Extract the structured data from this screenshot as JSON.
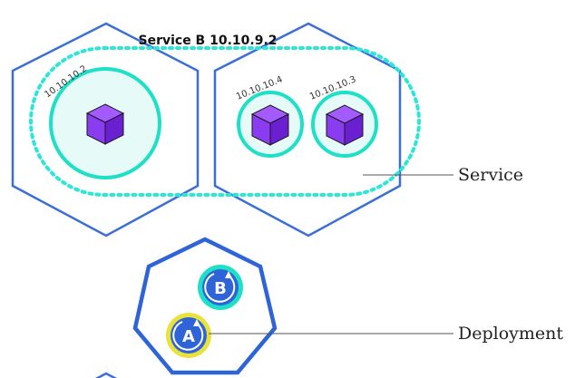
{
  "service": {
    "name_ip": "Service B 10.10.9.2"
  },
  "pods": [
    {
      "ip": "10.10.10.2"
    },
    {
      "ip": "10.10.10.4"
    },
    {
      "ip": "10.10.10.3"
    }
  ],
  "labels": {
    "service": "Service",
    "deployment": "Deployment"
  },
  "deployment": {
    "replicas": [
      "B",
      "A"
    ]
  },
  "colors": {
    "node_border": "#3b6fd6",
    "service_dotted": "#2ee6d6",
    "pod_ring": "#1de0c7",
    "pod_fill": "#e6fbf8",
    "cube_face": "#8a3cf0",
    "cube_top": "#a35bff",
    "cube_dark": "#6a1fd0",
    "replica_b_ring": "#1de0c7",
    "replica_a_ring": "#e8e23a",
    "replica_fill": "#2e64d8",
    "leader_line": "#555555"
  }
}
